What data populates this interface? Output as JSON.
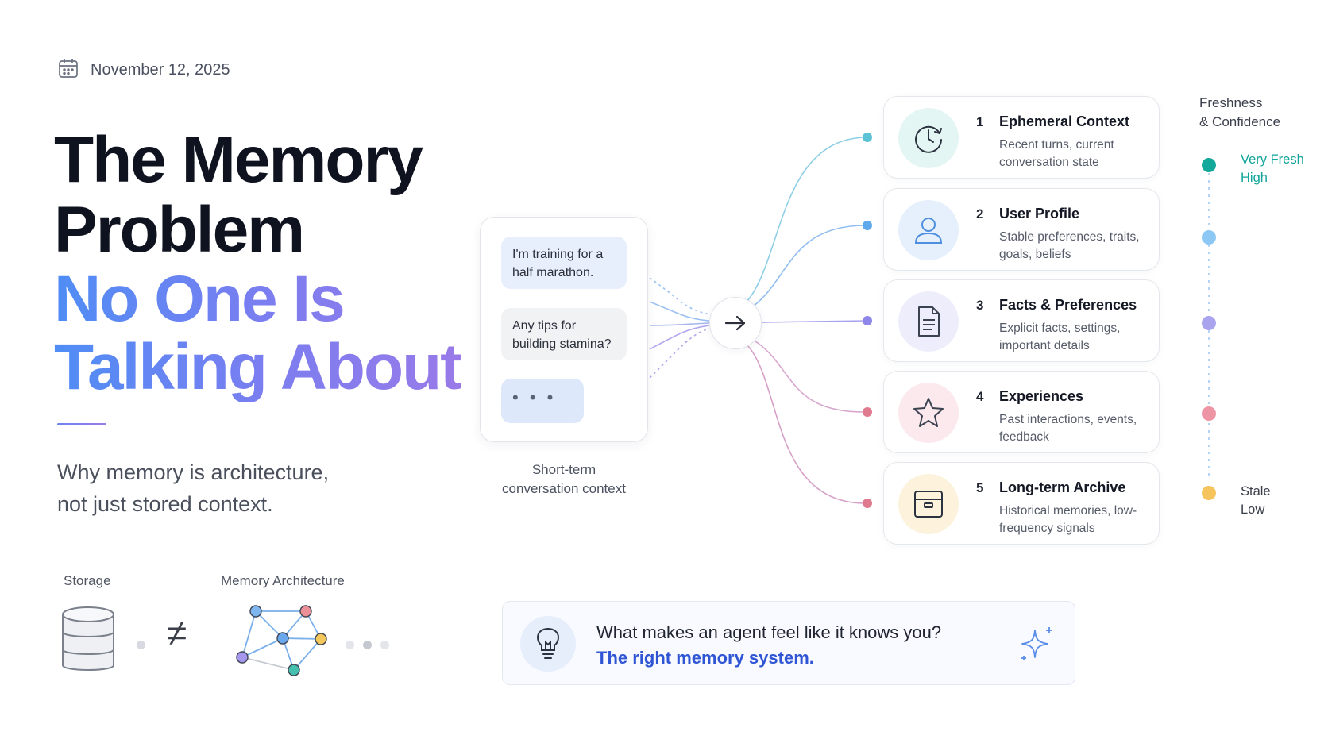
{
  "date": "November 12, 2025",
  "title": {
    "line1": "The Memory",
    "line2": "Problem",
    "line3": "No One Is",
    "line4": "Talking About"
  },
  "subtitle": {
    "line1": "Why memory is architecture,",
    "line2": "not just stored context."
  },
  "comparison": {
    "storage_label": "Storage",
    "architecture_label": "Memory Architecture",
    "operator": "≠"
  },
  "chat": {
    "messages": [
      "I'm training for a half marathon.",
      "Any tips for building stamina?"
    ],
    "typing": "• • •",
    "caption_line1": "Short-term",
    "caption_line2": "conversation context"
  },
  "memory_types": [
    {
      "number": "1",
      "title": "Ephemeral Context",
      "desc": "Recent turns, current conversation state",
      "icon": "clock-icon",
      "color": "#2fb8ac",
      "bg": "#e4f6f4"
    },
    {
      "number": "2",
      "title": "User Profile",
      "desc": "Stable preferences, traits, goals, beliefs",
      "icon": "user-icon",
      "color": "#4f9be8",
      "bg": "#e6f0fc"
    },
    {
      "number": "3",
      "title": "Facts & Preferences",
      "desc": "Explicit facts, settings, important details",
      "icon": "document-icon",
      "color": "#8b84e6",
      "bg": "#eeedfb"
    },
    {
      "number": "4",
      "title": "Experiences",
      "desc": "Past interactions, events, feedback",
      "icon": "star-icon",
      "color": "#e07a8e",
      "bg": "#fbe9ed"
    },
    {
      "number": "5",
      "title": "Long-term Archive",
      "desc": "Historical memories, low-frequency signals",
      "icon": "archive-box-icon",
      "color": "#f2b94a",
      "bg": "#fdf3dc"
    }
  ],
  "freshness": {
    "heading_line1": "Freshness",
    "heading_line2": "& Confidence",
    "top_line1": "Very Fresh",
    "top_line2": "High",
    "bottom_line1": "Stale",
    "bottom_line2": "Low",
    "dot_colors": [
      "#14a89b",
      "#7fc2f2",
      "#a7a2ee",
      "#ec8fa0",
      "#f5c15a"
    ]
  },
  "question": {
    "line1": "What makes an agent feel like it knows you?",
    "line2": "The right memory system."
  }
}
